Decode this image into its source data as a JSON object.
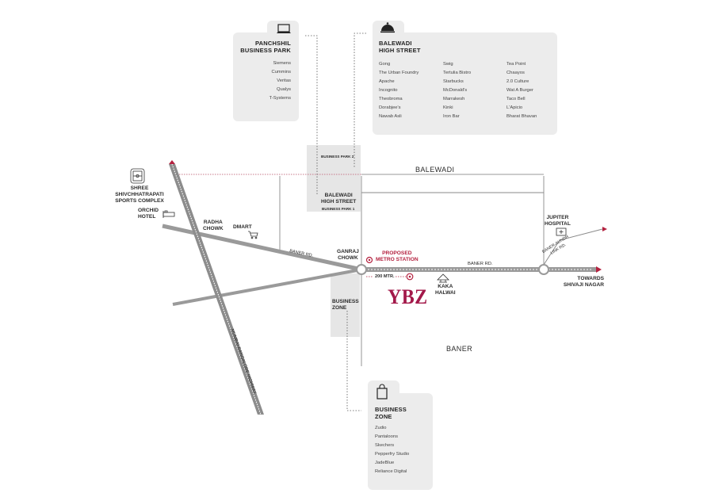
{
  "cards": {
    "panchshil": {
      "title_lines": [
        "PANCHSHIL",
        "BUSINESS PARK"
      ],
      "items": [
        "Siemens",
        "Cummins",
        "Veritas",
        "Qualys",
        "T-Systems"
      ],
      "icon": "laptop-icon"
    },
    "balewadi_high_street": {
      "title_lines": [
        "BALEWADI",
        "HIGH STREET"
      ],
      "columns": [
        [
          "Gong",
          "The Urban Foundry",
          "Apache",
          "Incognito",
          "Theobroma",
          "Dorabjee's",
          "Nawab Asli"
        ],
        [
          "Swig",
          "Tertulia Bistro",
          "Starbucks",
          "McDonald's",
          "Marrakesh",
          "Kinki",
          "Iron Bar"
        ],
        [
          "Tea Point",
          "Chaayos",
          "2.0 Culture",
          "Wat A Burger",
          "Taco Bell",
          "L'Apicio",
          "Bharat Bhavan"
        ]
      ],
      "icon": "cloche-icon"
    },
    "business_zone": {
      "title_lines": [
        "BUSINESS",
        "ZONE"
      ],
      "items": [
        "Zudio",
        "Pantaloons",
        "Skechers",
        "Pepperfry Studio",
        "JadeBlue",
        "Reliance Digital"
      ],
      "icon": "shopping-bag-icon"
    }
  },
  "labels": {
    "balewadi": "BALEWADI",
    "baner": "BANER",
    "business_park_2": "BUSINESS PARK 2",
    "balewadi_hs_lines": [
      "BALEWADI",
      "HIGH STREET"
    ],
    "business_park_1": "BUSINESS PARK 1",
    "sports_complex_lines": [
      "SHREE",
      "SHIVCHHATRAPATI",
      "SPORTS COMPLEX"
    ],
    "orchid_lines": [
      "ORCHID",
      "HOTEL"
    ],
    "radha_chowk_lines": [
      "RADHA",
      "CHOWK"
    ],
    "dmart": "DMART",
    "baner_rd_left": "BANER RD.",
    "ganraj_chowk_lines": [
      "GANRAJ",
      "CHOWK"
    ],
    "metro_lines": [
      "PROPOSED",
      "METRO STATION"
    ],
    "distance": "200 MTR.",
    "baner_rd_right": "BANER RD.",
    "kaka_halwai_lines": [
      "KAKA",
      "HALWAI"
    ],
    "business_zone_lines": [
      "BUSINESS",
      "ZONE"
    ],
    "jupiter_lines": [
      "JUPITER",
      "HOSPITAL"
    ],
    "baner_aundh_lines": [
      "BANER-AUNDH",
      "LINK RD."
    ],
    "towards_lines": [
      "TOWARDS",
      "SHIVAJI NAGAR"
    ],
    "highway": "MUMBAI-BANGALORE HIGHWAY",
    "ybz": "YBZ"
  },
  "colors": {
    "road": "#9a9a9a",
    "highway_fill": "#8c8c8c",
    "thin_road": "#8a8a8a",
    "accent_red": "#b4213f",
    "ybz_magenta": "#a3194a",
    "card_bg": "#ececec",
    "zone_block": "#e6e6e6"
  }
}
